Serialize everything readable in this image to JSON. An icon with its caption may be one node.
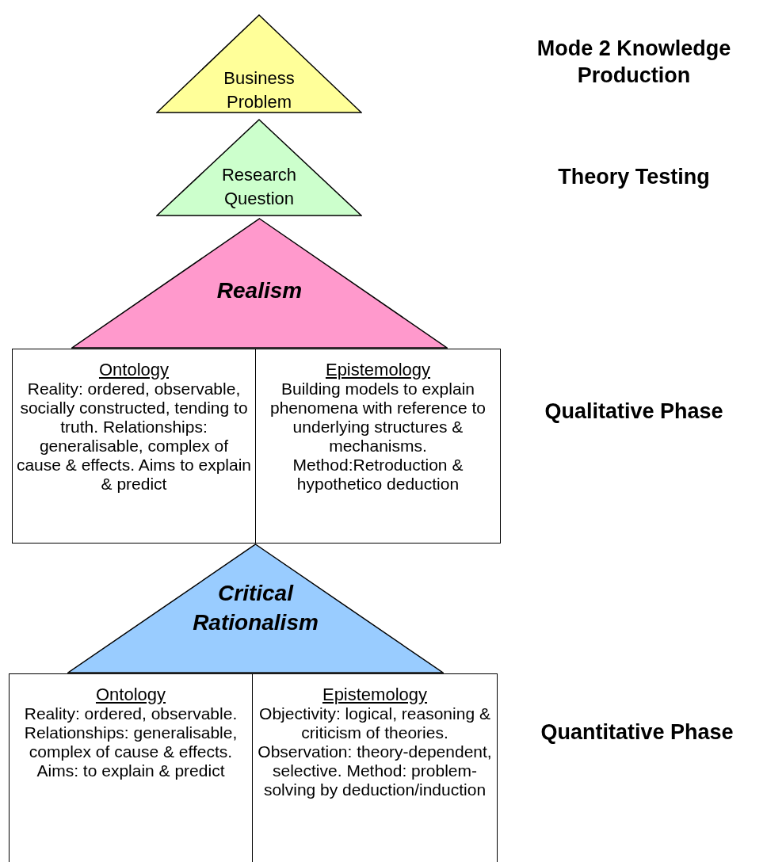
{
  "diagram": {
    "nodes": [
      {
        "text": [
          "Business Problem"
        ]
      },
      {
        "text": [
          "Research Question"
        ]
      },
      {
        "text": [
          "Realism"
        ]
      },
      {
        "text": [
          "Ontology",
          "Reality: ordered, observable, socially constructed, tending to truth. Relationships: generalisable, complex of cause & effects. Aims to explain & predict"
        ]
      },
      {
        "text": [
          "Epistemology",
          "Building models to explain phenomena with reference to underlying structures & mechanisms. Method:Retroduction & hypothetico deduction"
        ]
      },
      {
        "text": [
          "Critical Rationalism"
        ]
      },
      {
        "text": [
          "Ontology",
          "Reality: ordered, observable. Relationships: generalisable, complex of cause & effects. Aims: to explain & predict"
        ]
      },
      {
        "text": [
          "Epistemology",
          "Objectivity: logical, reasoning & criticism of theories. Observation: theory-dependent, selective. Method: problem-solving by deduction/induction"
        ]
      }
    ],
    "edges": [],
    "labels": [
      "Mode 2 Knowledge Production",
      "Theory Testing",
      "Qualitative Phase",
      "Quantitative Phase"
    ]
  }
}
